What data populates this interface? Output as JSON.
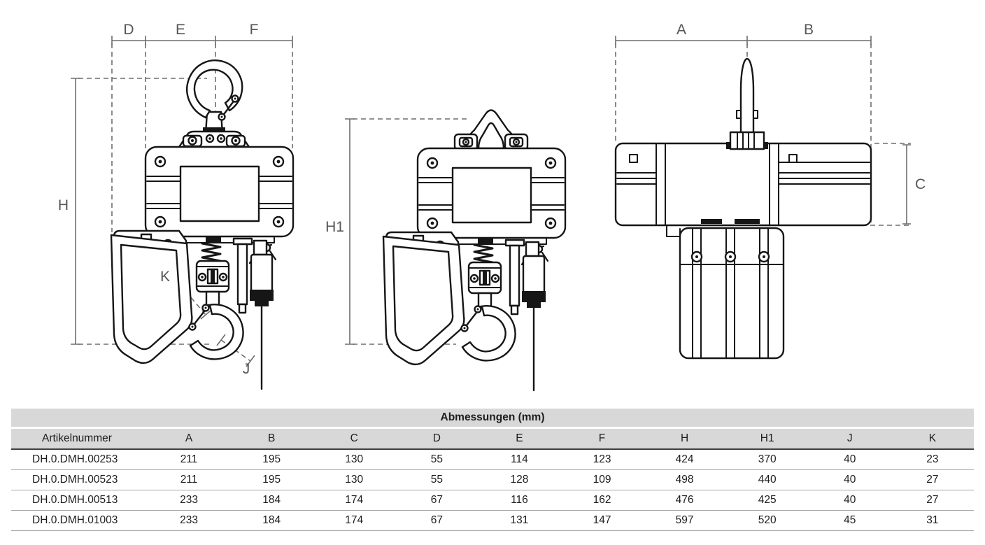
{
  "colors": {
    "drawing_line": "#161616",
    "dimension_line": "#6d6e71",
    "dimension_label": "#54565a",
    "table_header_bg": "#d8d8d8",
    "table_text": "#1d1d1b",
    "row_divider": "#a6a6a6",
    "header_divider": "#3f3f3f"
  },
  "dimension_labels": {
    "A": "A",
    "B": "B",
    "C": "C",
    "D": "D",
    "E": "E",
    "F": "F",
    "H": "H",
    "H1": "H1",
    "J": "J",
    "K": "K"
  },
  "table": {
    "title": "Abmessungen (mm)",
    "columns": [
      "Artikelnummer",
      "A",
      "B",
      "C",
      "D",
      "E",
      "F",
      "H",
      "H1",
      "J",
      "K"
    ],
    "rows": [
      [
        "DH.0.DMH.00253",
        "211",
        "195",
        "130",
        "55",
        "114",
        "123",
        "424",
        "370",
        "40",
        "23"
      ],
      [
        "DH.0.DMH.00523",
        "211",
        "195",
        "130",
        "55",
        "128",
        "109",
        "498",
        "440",
        "40",
        "27"
      ],
      [
        "DH.0.DMH.00513",
        "233",
        "184",
        "174",
        "67",
        "116",
        "162",
        "476",
        "425",
        "40",
        "27"
      ],
      [
        "DH.0.DMH.01003",
        "233",
        "184",
        "174",
        "67",
        "131",
        "147",
        "597",
        "520",
        "45",
        "31"
      ]
    ]
  }
}
